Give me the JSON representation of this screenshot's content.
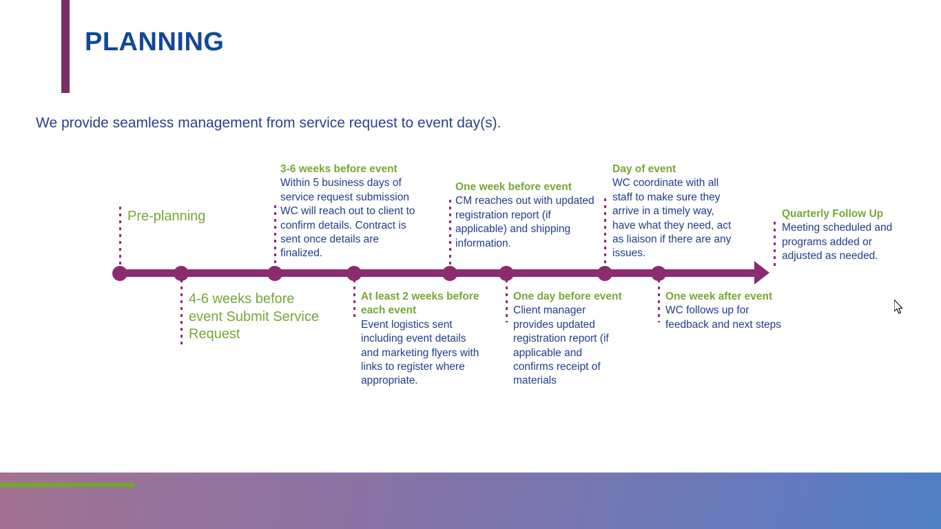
{
  "slide": {
    "title": "PLANNING",
    "subtitle": "We provide seamless management from service request to event day(s).",
    "colors": {
      "title_blue": "#12479A",
      "subtitle_blue": "#2A3F8F",
      "accent_purple": "#7C2D66",
      "timeline_purple": "#8B2C6E",
      "heading_green": "#76A636",
      "body_blue": "#1F3C88",
      "footer_rule_green": "#72A82E"
    }
  },
  "timeline": {
    "milestones": [
      {
        "id": "pre-planning",
        "position": "above",
        "heading": "Pre-planning",
        "body": ""
      },
      {
        "id": "4-6-weeks-before",
        "position": "below",
        "heading": "4-6 weeks before event Submit Service Request",
        "body": ""
      },
      {
        "id": "3-6-weeks-before",
        "position": "above",
        "heading": "3-6 weeks before event",
        "body": "Within 5 business days of service request submission WC will reach out to client to confirm details. Contract is sent once details are finalized."
      },
      {
        "id": "at-least-2-weeks",
        "position": "below",
        "heading": "At least 2 weeks before each event",
        "body": "Event logistics sent including event details and marketing flyers with links to register where appropriate."
      },
      {
        "id": "one-week-before",
        "position": "above",
        "heading": "One week before event",
        "body": "CM reaches out with updated registration report (if applicable) and shipping information."
      },
      {
        "id": "one-day-before",
        "position": "below",
        "heading": "One day before event",
        "body": "Client manager provides updated registration report (if applicable and confirms receipt of materials"
      },
      {
        "id": "day-of-event",
        "position": "above",
        "heading": "Day of event",
        "body": "WC coordinate with all staff to make sure they arrive in a timely way, have what they need, act as liaison if there are any issues."
      },
      {
        "id": "one-week-after",
        "position": "below",
        "heading": "One week after event",
        "body": "WC follows up for feedback and next steps"
      },
      {
        "id": "quarterly-follow-up",
        "position": "above",
        "heading": "Quarterly Follow Up",
        "body": "Meeting scheduled and programs added or adjusted as needed."
      }
    ]
  }
}
